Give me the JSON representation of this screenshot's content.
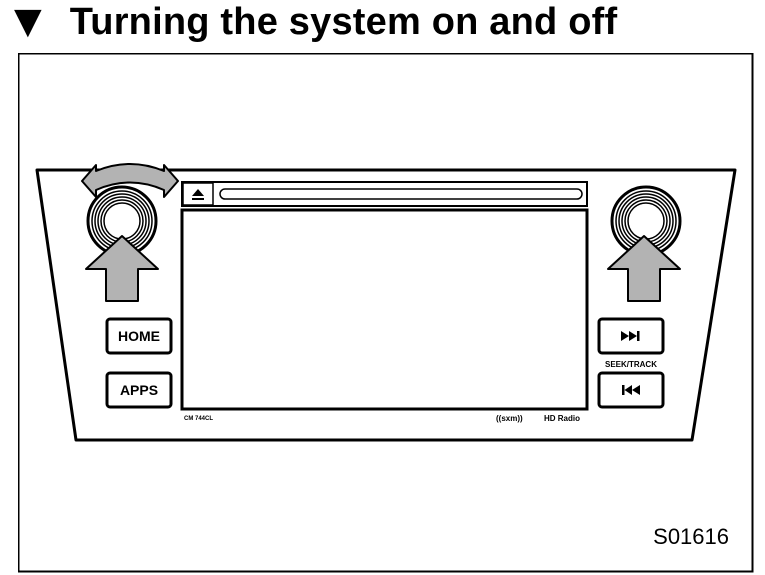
{
  "heading": {
    "marker": "▼",
    "title": "Turning the system on and off"
  },
  "figure": {
    "buttons": {
      "home": "HOME",
      "apps": "APPS",
      "seek_track": "SEEK/TRACK"
    },
    "model_label": "CM 744CL",
    "logos": {
      "sxm": "((sxm))",
      "hd_radio": "HD Radio"
    },
    "figure_code": "S01616"
  },
  "colors": {
    "stroke": "#000000",
    "arrow_fill": "#b3b3b3",
    "background": "#ffffff"
  },
  "icons": [
    "eject-icon",
    "rotate-arrow-icon",
    "press-arrow-icon",
    "next-track-icon",
    "previous-track-icon"
  ]
}
